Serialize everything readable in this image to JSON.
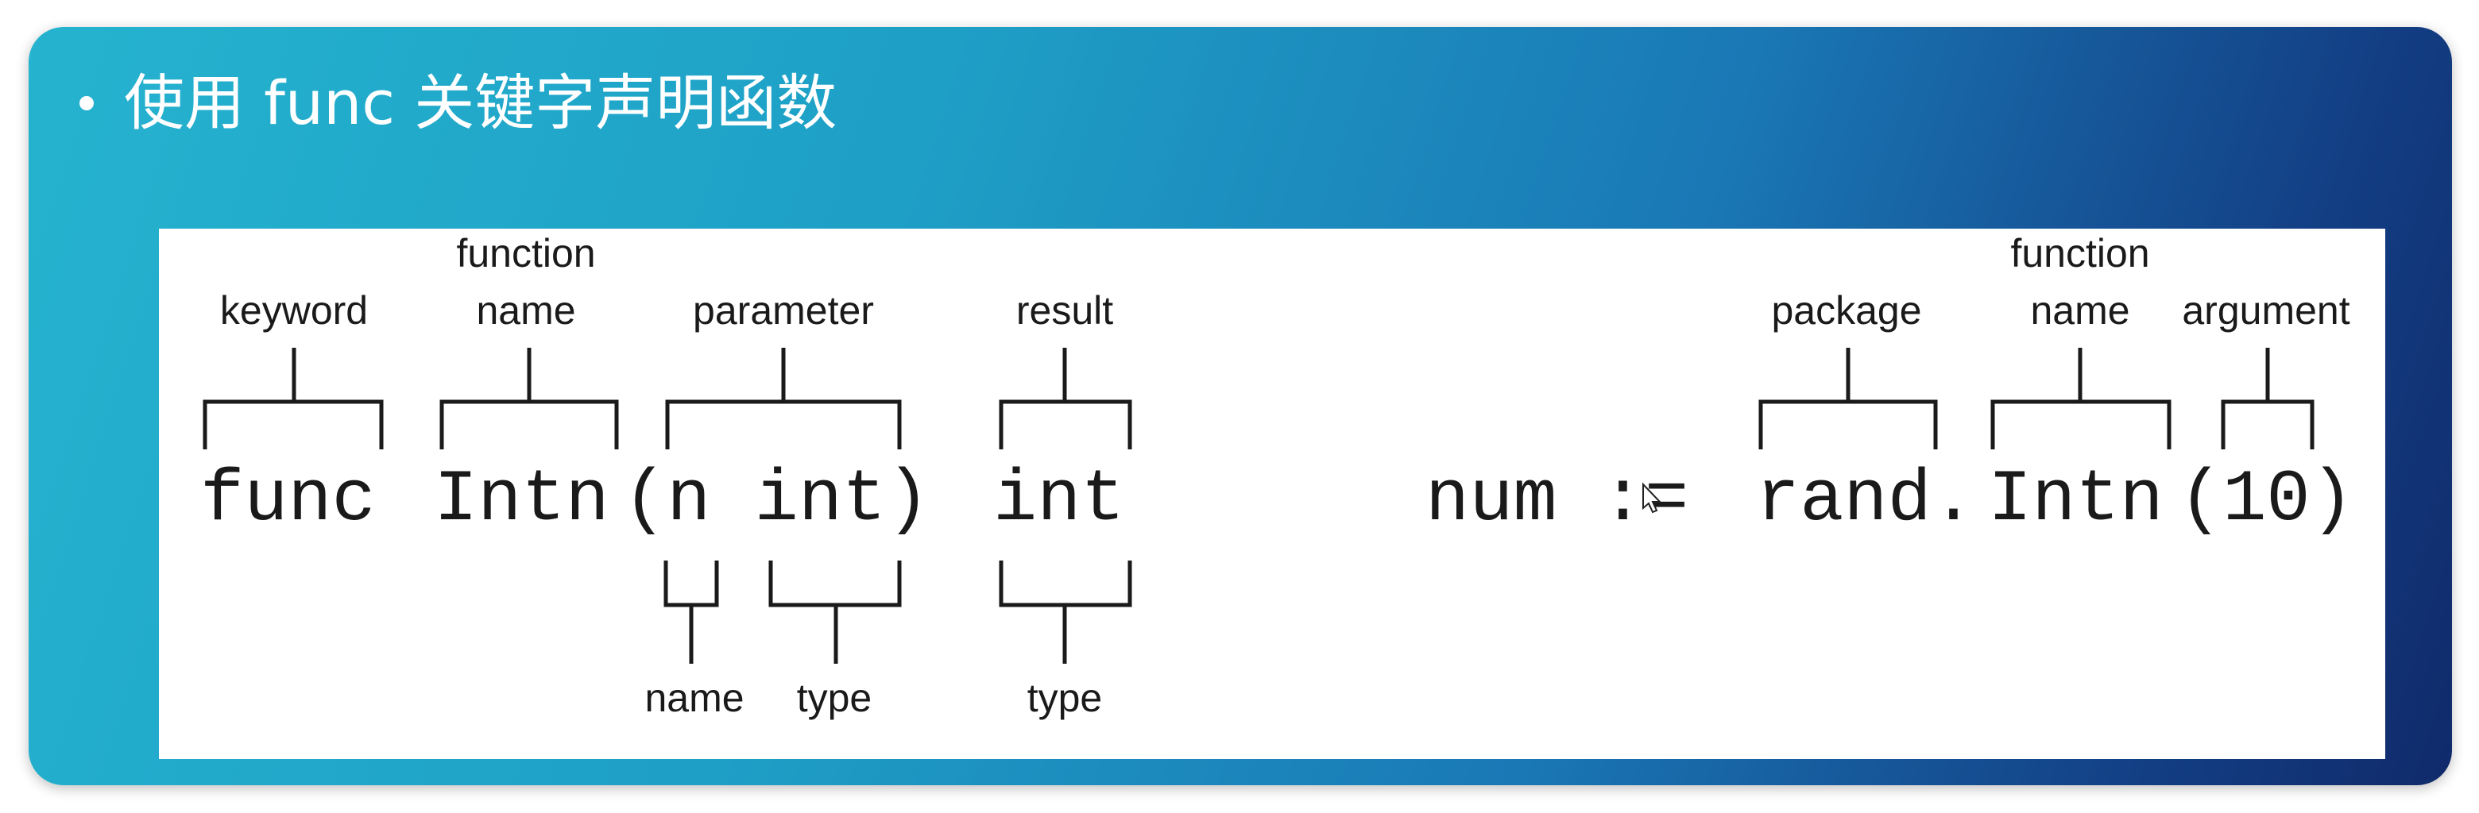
{
  "slide": {
    "bullet": "使用 func 关键字声明函数"
  },
  "diagram": {
    "declaration": {
      "code": {
        "keyword": "func",
        "name": "Intn",
        "params": "(n int)",
        "result": "int"
      },
      "labels_top": {
        "keyword": "keyword",
        "function_name_1": "function",
        "function_name_2": "name",
        "parameter": "parameter",
        "result": "result"
      },
      "labels_bottom": {
        "name": "name",
        "type": "type",
        "result_type": "type"
      }
    },
    "call": {
      "code": {
        "assign": "num :=",
        "package": "rand.",
        "name": "Intn",
        "argument": "(10)"
      },
      "labels_top": {
        "package": "package",
        "function_name_1": "function",
        "function_name_2": "name",
        "argument": "argument"
      }
    }
  }
}
